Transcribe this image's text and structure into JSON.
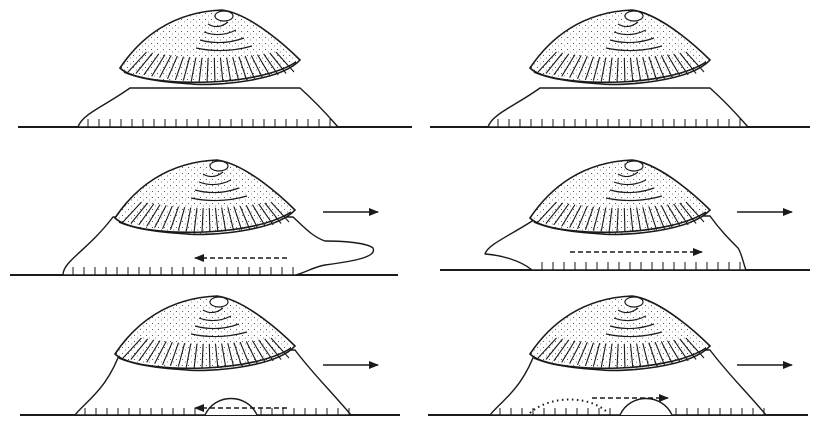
{
  "figure": {
    "stages": [
      {
        "id": "rest-left",
        "foot_state": "resting",
        "shell_arrow": "none",
        "foot_arrow": "none"
      },
      {
        "id": "rest-right",
        "foot_state": "resting",
        "shell_arrow": "none",
        "foot_arrow": "none"
      },
      {
        "id": "extend-left",
        "foot_state": "extended-forward",
        "shell_arrow": "forward",
        "foot_arrow": "backward"
      },
      {
        "id": "extend-right",
        "foot_state": "extended-backward",
        "shell_arrow": "forward",
        "foot_arrow": "forward"
      },
      {
        "id": "wave-left",
        "foot_state": "arched-wave",
        "shell_arrow": "forward",
        "foot_arrow": "backward"
      },
      {
        "id": "wave-right",
        "foot_state": "arched-wave",
        "shell_arrow": "forward",
        "foot_arrow": "forward"
      }
    ],
    "colors": {
      "ink": "#1a1a1a",
      "paper": "#ffffff"
    }
  }
}
